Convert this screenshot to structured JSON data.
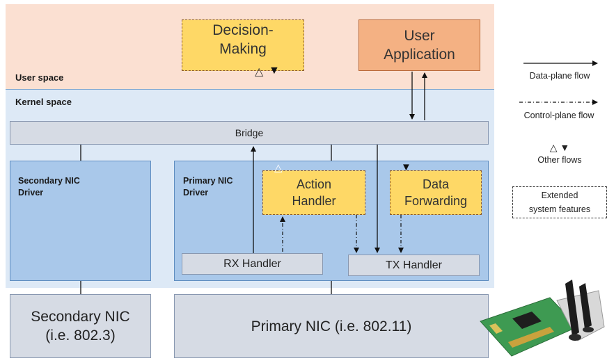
{
  "regions": {
    "user_space": "User space",
    "kernel_space": "Kernel space"
  },
  "boxes": {
    "decision_making": "Decision-\nMaking",
    "user_application": "User\nApplication",
    "bridge": "Bridge",
    "secondary_driver": "Secondary NIC\nDriver",
    "primary_driver": "Primary NIC\nDriver",
    "action_handler": "Action\nHandler",
    "data_forwarding": "Data\nForwarding",
    "rx_handler": "RX Handler",
    "tx_handler": "TX Handler",
    "secondary_nic": "Secondary NIC\n(i.e. 802.3)",
    "primary_nic": "Primary NIC (i.e. 802.11)"
  },
  "legend": {
    "data_plane": "Data-plane flow",
    "control_plane": "Control-plane flow",
    "other_symbols": "△ ▼",
    "other_flows": "Other flows",
    "extended": "Extended\nsystem features"
  },
  "symbols": {
    "open_triangle": "△",
    "filled_triangle": "▼"
  },
  "colors": {
    "user_space_bg": "#fbe0d2",
    "kernel_space_bg": "#dde9f6",
    "extended_feature": "#fed866",
    "user_app": "#f4b183",
    "driver": "#a9c8ea",
    "component": "#d6dbe4"
  },
  "image": {
    "icon": "wireless-pci-nic-card-photo"
  }
}
